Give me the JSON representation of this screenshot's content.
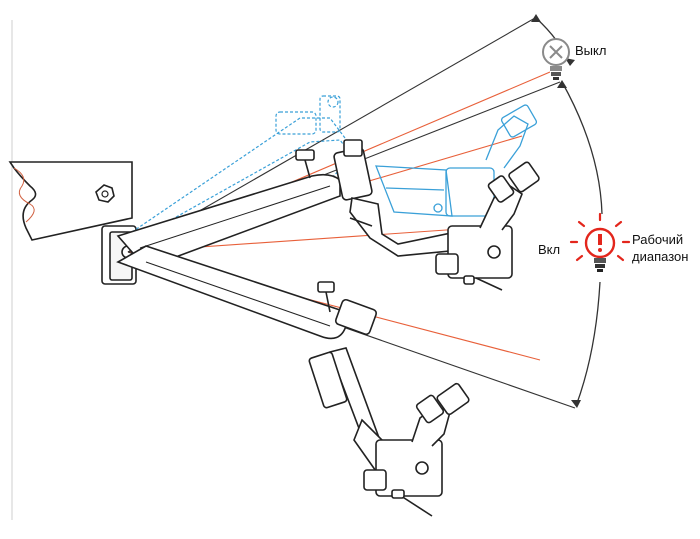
{
  "labels": {
    "off": "Выкл",
    "on": "Вкл",
    "working_range_line1": "Рабочий",
    "working_range_line2": "диапазон"
  },
  "icons": {
    "off_state": "bulb-off-icon",
    "working_state": "bulb-on-warning-icon"
  },
  "colors": {
    "frame_lines": "#222222",
    "ghost_position": "#3aa0d8",
    "range_rays": "#e8603a",
    "warning_bulb": "#e3261c",
    "off_bulb": "#8a8a8a",
    "arc": "#333333"
  }
}
